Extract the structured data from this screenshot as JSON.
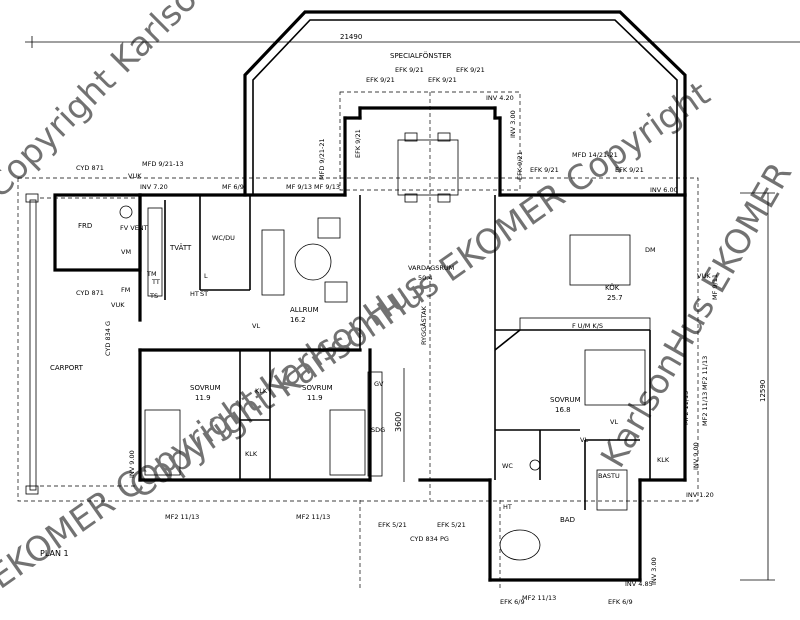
{
  "dimensions": {
    "total_width": "21490",
    "total_depth": "12590",
    "corridor_width": "3600"
  },
  "header": {
    "special_windows": "SPECIALFÖNSTER"
  },
  "rooms": {
    "frd": "FRD",
    "fv_vent": "FV\nVENT",
    "tvatt": "TVÄTT",
    "wc_du": "WC/DU",
    "allrum": {
      "name": "ALLRUM",
      "area": "16.2"
    },
    "vardagsrum": {
      "name": "VARDAGSRUM",
      "area": "50.4"
    },
    "kok": {
      "name": "KÖK",
      "area": "25.7"
    },
    "sovrum1": {
      "name": "SOVRUM",
      "area": "11.9"
    },
    "sovrum2": {
      "name": "SOVRUM",
      "area": "11.9"
    },
    "sovrum3": {
      "name": "SOVRUM",
      "area": "16.8"
    },
    "carport": "CARPORT",
    "wc": "WC",
    "bastu": "BASTU",
    "bad": "BAD",
    "klk1": "KLK",
    "klk2": "KLK",
    "klk3": "KLK",
    "vl1": "VL",
    "vl2": "VL",
    "vl3": "VL",
    "ht1": "HT",
    "ht2": "HT",
    "dm": "DM",
    "gv": "GV",
    "sdg": "SDG",
    "tm": "TM",
    "tt": "TT",
    "ts": "TS",
    "st": "ST",
    "l": "L",
    "fm": "FM",
    "vm": "VM",
    "ryggas": "RYGGÅSTAK",
    "kitchen_units": "F  U/M  K/S"
  },
  "labels": {
    "efk_921_a": "EFK 9/21",
    "efk_921_b": "EFK 9/21",
    "efk_921_c": "EFK 9/21",
    "efk_921_d": "EFK 9/21",
    "efk_921_e": "EFK 9/21",
    "efk_921_f": "EFK 9/21",
    "efk_921_g": "EFK 9/21",
    "efk_921_h": "EFK 9/21",
    "inv_420": "INV 4.20",
    "inv_300_a": "INV 3.00",
    "mfd_921_21_a": "MFD 9/21-21",
    "mfd_921_13": "MFD 9/21-13",
    "mfd_1421_21": "MFD 14/21-21",
    "cyd_871_a": "CYD 871",
    "cyd_871_b": "CYD 871",
    "vuk_a": "VUK",
    "vuk_b": "VUK",
    "vuk_c": "VUK",
    "inv_720": "INV 7.20",
    "mf_69": "MF 6/9",
    "mf_913_a": "MF 9/13",
    "mf_913_b": "MF 9/13",
    "inv_600": "INV 6.00",
    "mf_911": "MF 9/11",
    "mf2_1113_a": "MF2 11/13",
    "mf2_1113_b": "MF2 11/13",
    "mf2_1113_c": "MF2 11/13",
    "mf2_1113_d": "MF2 11/13",
    "mf2_1113_e": "MF2 11/13",
    "mf2_1113_f": "MF2 11/13",
    "cyd_834_g": "CYD 834 G",
    "cyd_834_pg": "CYD 834 PG",
    "inv_900_a": "INV 9.00",
    "inv_900_b": "INV 9.00",
    "inv_120": "INV 1.20",
    "inv_300_b": "INV 3.00",
    "inv_485": "INV 4.85",
    "efk_521_a": "EFK 5/21",
    "efk_521_b": "EFK 5/21",
    "efk_69_a": "EFK 6/9",
    "efk_69_b": "EFK 6/9",
    "plan": "PLAN 1"
  },
  "watermark": [
    "Copyright KarlsonHus EKOMER",
    "Copyright KarlsonHus EKOMER Copyright",
    "EKOMER Copyright KarlsonHus",
    "KarlsonHus EKOMER"
  ]
}
